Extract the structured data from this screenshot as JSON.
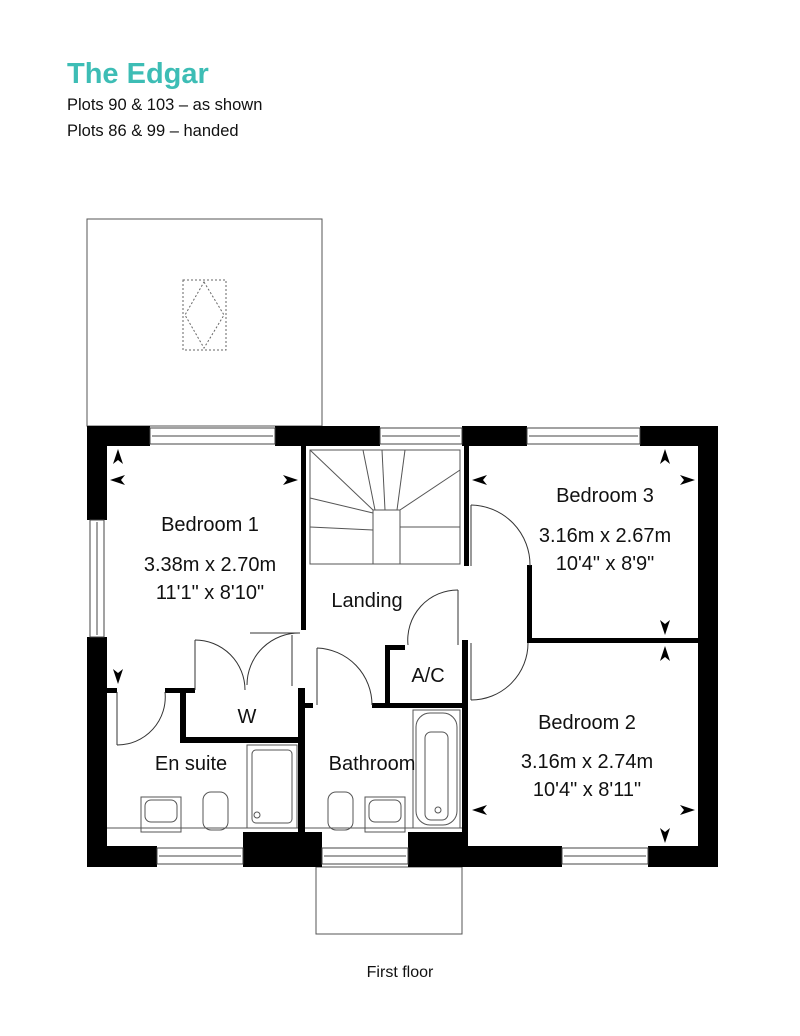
{
  "header": {
    "title": "The Edgar",
    "plots_as_shown": "Plots 90 & 103 – as shown",
    "plots_handed": "Plots 86 & 99 – handed"
  },
  "rooms": {
    "bedroom1": {
      "name": "Bedroom 1",
      "metric": "3.38m x 2.70m",
      "imperial": "11'1\" x 8'10\""
    },
    "bedroom2": {
      "name": "Bedroom 2",
      "metric": "3.16m x 2.74m",
      "imperial": "10'4\" x 8'11\""
    },
    "bedroom3": {
      "name": "Bedroom 3",
      "metric": "3.16m x 2.67m",
      "imperial": "10'4\" x 8'9\""
    },
    "landing": {
      "name": "Landing"
    },
    "ac": {
      "name": "A/C"
    },
    "wardrobe": {
      "name": "W"
    },
    "ensuite": {
      "name": "En suite"
    },
    "bathroom": {
      "name": "Bathroom"
    }
  },
  "caption": "First floor",
  "colors": {
    "accent": "#3dbdb5",
    "wall": "#000000"
  }
}
